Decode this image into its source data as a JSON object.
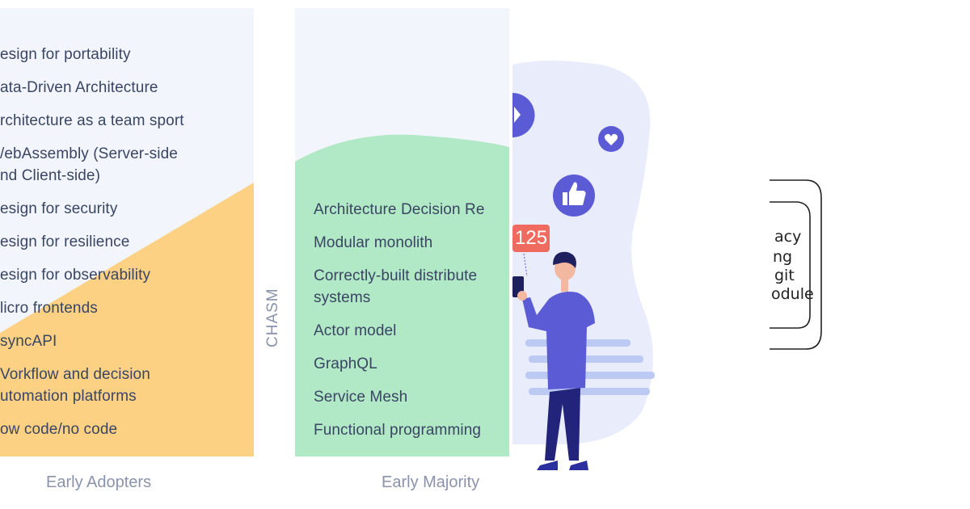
{
  "early_adopters": {
    "label": "Early Adopters",
    "items": [
      [
        "esign for portability"
      ],
      [
        "ata-Driven Architecture"
      ],
      [
        "rchitecture as a team sport"
      ],
      [
        "/ebAssembly (Server-side",
        "nd Client-side)"
      ],
      [
        "esign for security"
      ],
      [
        "esign for resilience"
      ],
      [
        "esign for observability"
      ],
      [
        "licro frontends"
      ],
      [
        "syncAPI"
      ],
      [
        "Vorkflow and decision",
        "utomation platforms"
      ],
      [
        "ow code/no code"
      ]
    ]
  },
  "chasm_label": "CHASM",
  "early_majority": {
    "label": "Early Majority",
    "items": [
      [
        "Architecture Decision Re"
      ],
      [
        "Modular monolith"
      ],
      [
        "Correctly-built distribute",
        "systems"
      ],
      [
        "Actor model"
      ],
      [
        "GraphQL"
      ],
      [
        "Service Mesh"
      ],
      [
        "Functional programming"
      ]
    ]
  },
  "illustration": {
    "notification_count": "125",
    "icons": [
      "play-icon",
      "heart-icon",
      "thumbs-up-icon"
    ]
  },
  "sketch": {
    "lines": [
      "acy",
      "ng",
      "git",
      "odule"
    ]
  },
  "colors": {
    "panel_bg": "#f2f6fc",
    "adopters_fill": "#fcd183",
    "majority_fill": "#b1e8c6",
    "accent_purple": "#5b5bd6",
    "badge": "#ef6a5f"
  }
}
